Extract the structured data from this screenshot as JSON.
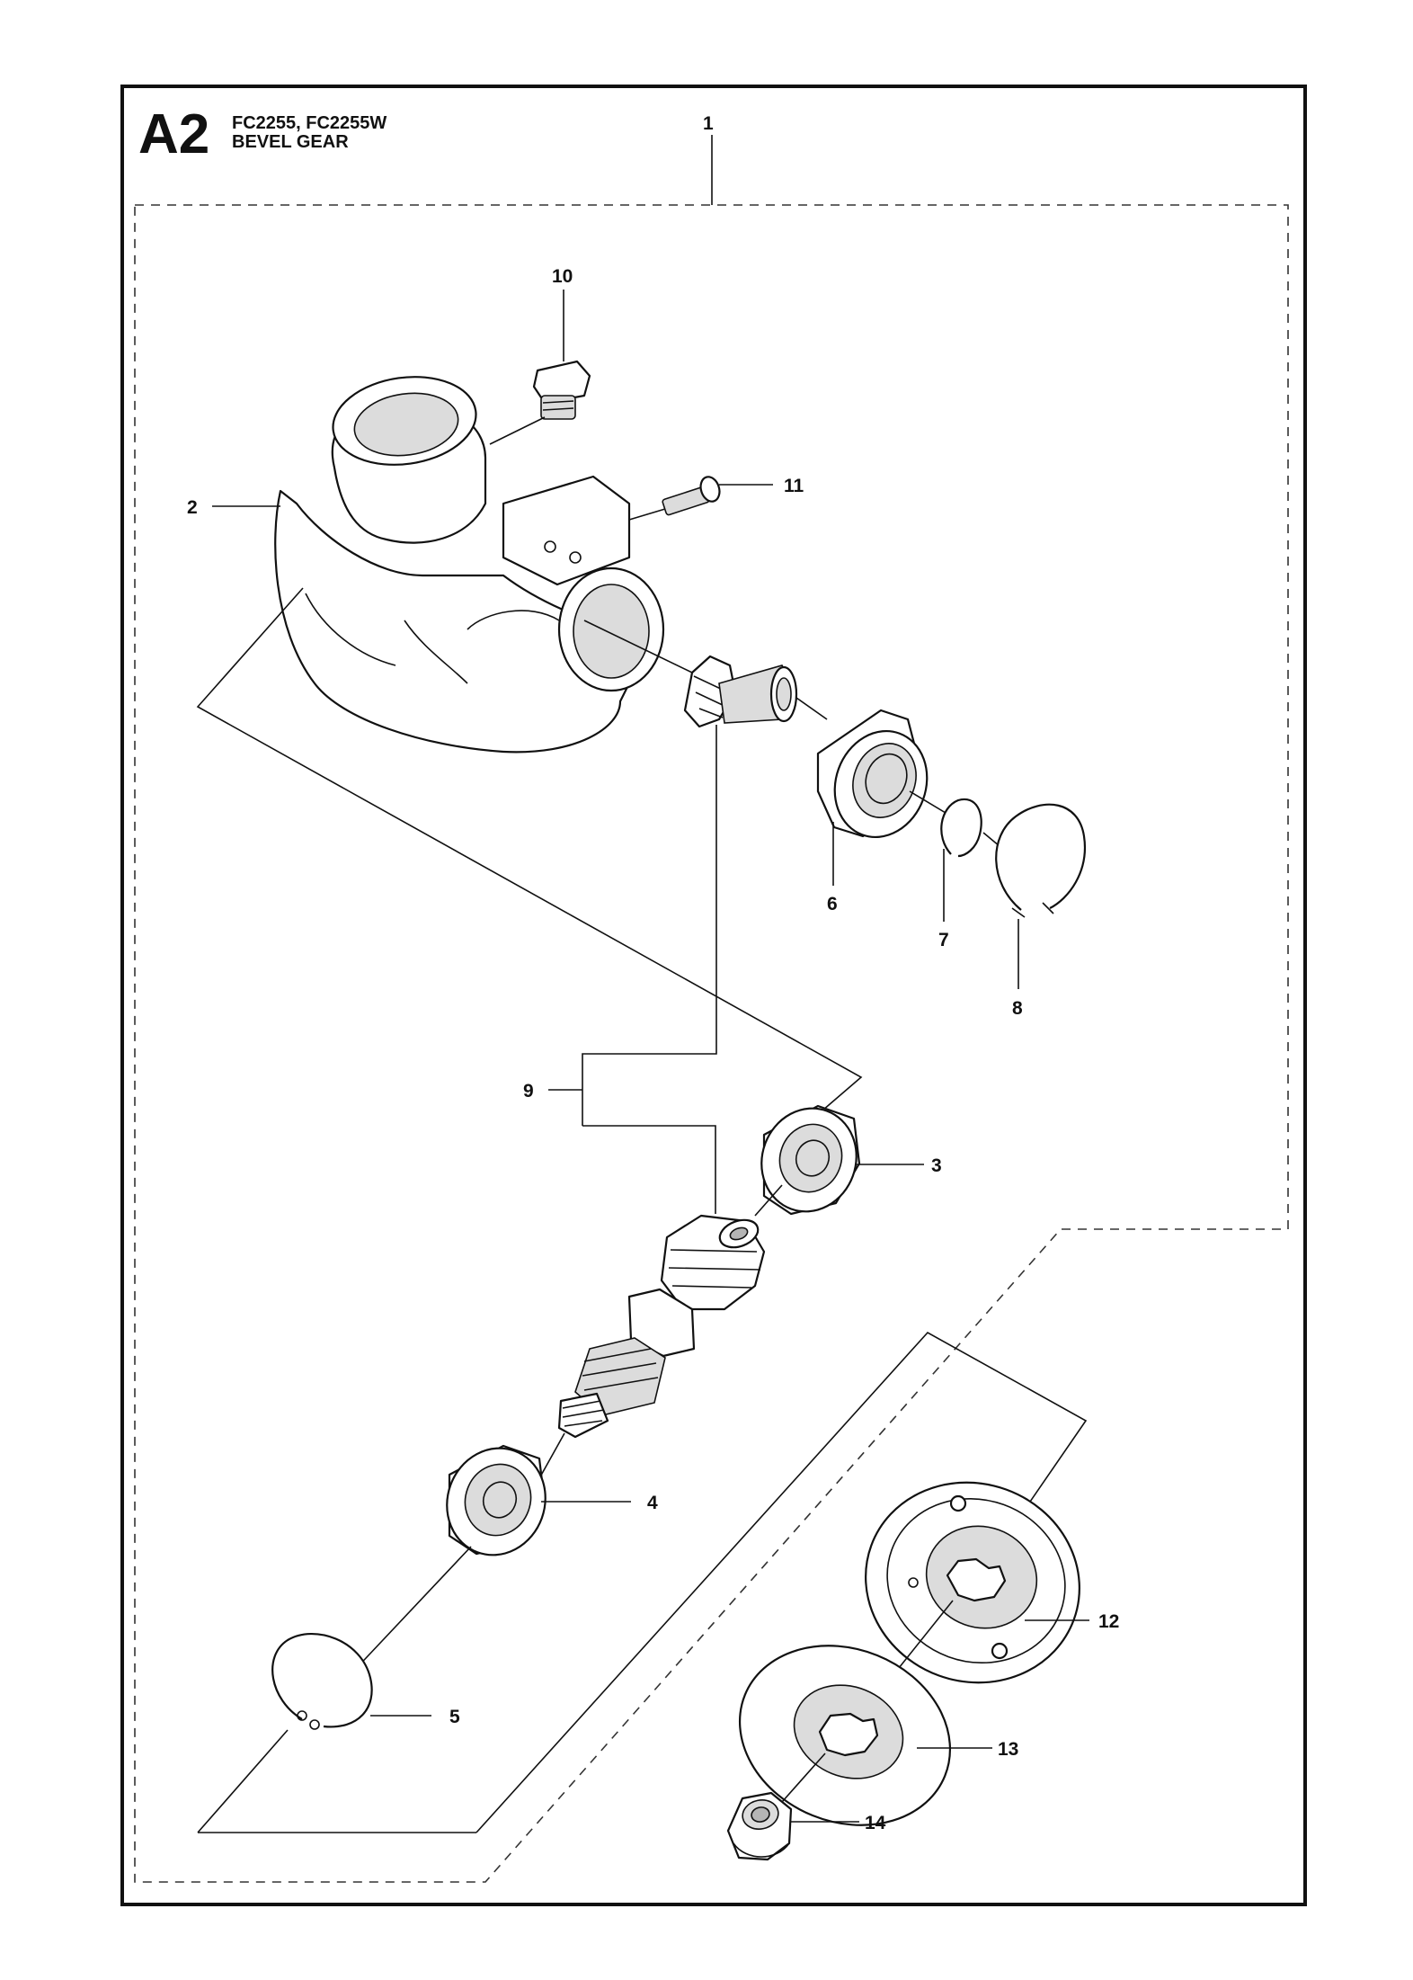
{
  "title": {
    "section": "A2",
    "models": "FC2255, FC2255W",
    "assembly": "BEVEL GEAR"
  },
  "callouts": [
    "1",
    "2",
    "3",
    "4",
    "5",
    "6",
    "7",
    "8",
    "9",
    "10",
    "11",
    "12",
    "13",
    "14"
  ]
}
